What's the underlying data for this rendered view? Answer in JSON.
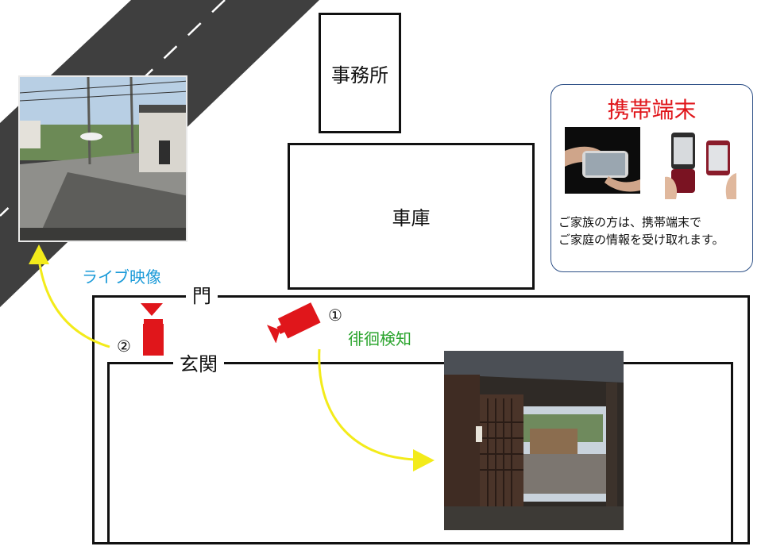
{
  "buildings": {
    "office": "事務所",
    "garage": "車庫"
  },
  "labels": {
    "gate": "門",
    "entrance": "玄関"
  },
  "cameras": {
    "cam1_number": "①",
    "cam1_caption": "徘徊検知",
    "cam2_number": "②",
    "cam2_caption": "ライブ映像"
  },
  "info_box": {
    "title": "携帯端末",
    "line1": "ご家族の方は、携帯端末で",
    "line2": "ご家庭の情報を受け取れます。"
  },
  "colors": {
    "camera": "#e0161b",
    "info_title": "#e0161b",
    "live_caption": "#1a9ad8",
    "detect_caption": "#2aa42d",
    "arrow": "#f3eb1a",
    "road": "#3f3f3f",
    "info_border": "#2c4f86"
  }
}
